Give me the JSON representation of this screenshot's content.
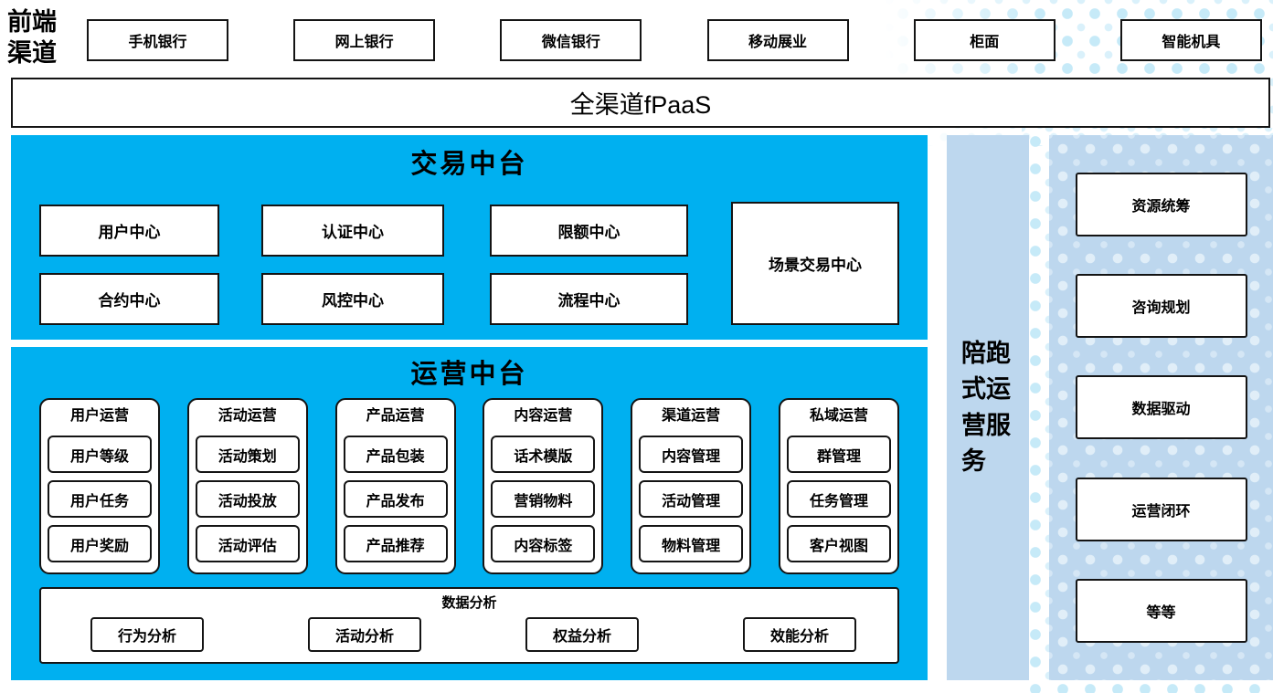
{
  "frontend": {
    "label": "前端渠道",
    "channels": [
      "手机银行",
      "网上银行",
      "微信银行",
      "移动展业",
      "柜面",
      "智能机具"
    ]
  },
  "fpaas": {
    "label": "全渠道fPaaS"
  },
  "transaction": {
    "title": "交易中台",
    "centers": [
      "用户中心",
      "认证中心",
      "限额中心",
      "合约中心",
      "风控中心",
      "流程中心"
    ],
    "scenario_center": "场景交易中心"
  },
  "operations": {
    "title": "运营中台",
    "columns": [
      {
        "title": "用户运营",
        "items": [
          "用户等级",
          "用户任务",
          "用户奖励"
        ]
      },
      {
        "title": "活动运营",
        "items": [
          "活动策划",
          "活动投放",
          "活动评估"
        ]
      },
      {
        "title": "产品运营",
        "items": [
          "产品包装",
          "产品发布",
          "产品推荐"
        ]
      },
      {
        "title": "内容运营",
        "items": [
          "话术模版",
          "营销物料",
          "内容标签"
        ]
      },
      {
        "title": "渠道运营",
        "items": [
          "内容管理",
          "活动管理",
          "物料管理"
        ]
      },
      {
        "title": "私域运营",
        "items": [
          "群管理",
          "任务管理",
          "客户视图"
        ]
      }
    ],
    "analysis": {
      "title": "数据分析",
      "items": [
        "行为分析",
        "活动分析",
        "权益分析",
        "效能分析"
      ]
    }
  },
  "side_bar": {
    "label": "陪跑式运营服务"
  },
  "right_panel": {
    "items": [
      "资源统筹",
      "咨询规划",
      "数据驱动",
      "运营闭环",
      "等等"
    ]
  },
  "colors": {
    "platform_blue": "#00B0F0",
    "panel_light_blue": "#BDD7EE",
    "dot_cyan": "#C6EAF8",
    "box_border": "#141414"
  }
}
